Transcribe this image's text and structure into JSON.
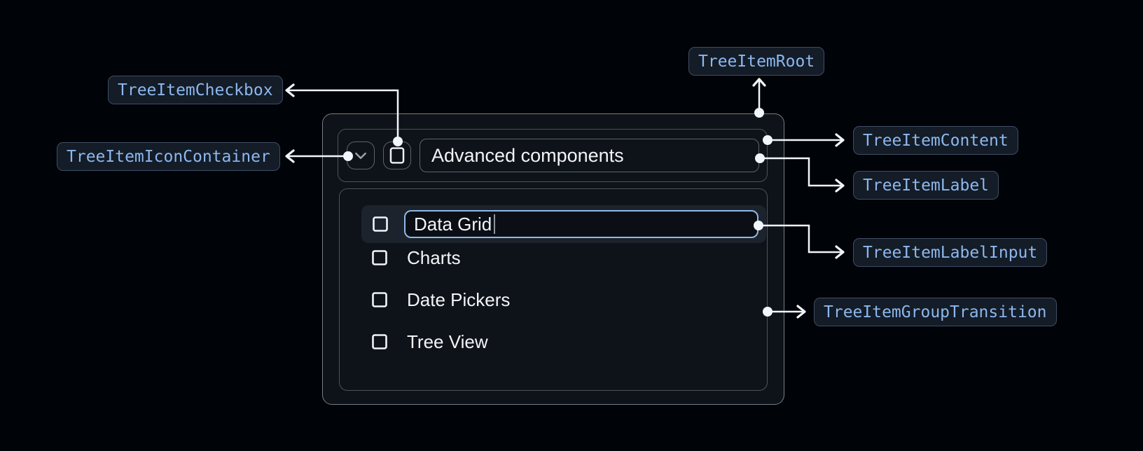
{
  "annotations": {
    "tree_item_checkbox": "TreeItemCheckbox",
    "tree_item_icon_container": "TreeItemIconContainer",
    "tree_item_root": "TreeItemRoot",
    "tree_item_content": "TreeItemContent",
    "tree_item_label": "TreeItemLabel",
    "tree_item_label_input": "TreeItemLabelInput",
    "tree_item_group_transition": "TreeItemGroupTransition"
  },
  "tree": {
    "parent": {
      "label": "Advanced components",
      "expanded": true,
      "checked": false
    },
    "editing_item": {
      "value": "Data Grid",
      "checked": false,
      "editing": true
    },
    "children": [
      "Charts",
      "Date Pickers",
      "Tree View"
    ]
  },
  "icons": {
    "expand": "chevron-down-icon",
    "checkbox": "checkbox-unchecked-icon",
    "caret": "text-cursor-caret"
  },
  "colors": {
    "page_background": "#000308",
    "panel_background": "#0e1319",
    "panel_border": "#747d87",
    "section_border": "#4b535c",
    "control_border": "#5b636d",
    "row_highlight": "#1c232c",
    "input_focus_border": "#8fb9ea",
    "badge_background": "#141c28",
    "badge_border": "#3f4e63",
    "badge_text": "#8cb8ec",
    "connector": "#f0f6fc",
    "text_primary": "#f2f4f7",
    "chevron": "#9aa3ad"
  }
}
